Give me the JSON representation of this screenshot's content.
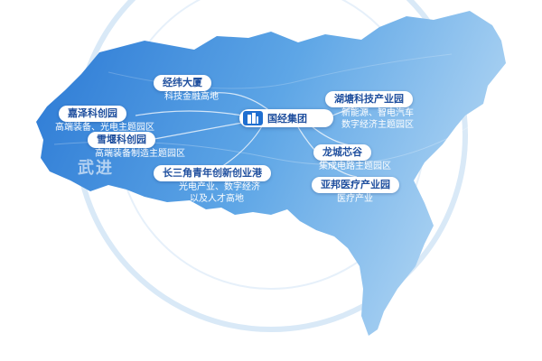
{
  "city_label": "武进",
  "center": {
    "name": "国经集团",
    "icon": "building-icon"
  },
  "colors": {
    "map_dark": "#2f7fd6",
    "map_light": "#9cc8ee",
    "pill_text": "#1f4f9e",
    "accent": "#1f6fd0"
  },
  "parks": [
    {
      "name": "经纬大厦",
      "desc": [
        "科技金融高地"
      ]
    },
    {
      "name": "嘉泽科创园",
      "desc": [
        "高端装备、光电主题园区"
      ]
    },
    {
      "name": "雪堰科创园",
      "desc": [
        "高端装备制造主题园区"
      ]
    },
    {
      "name": "长三角青年创新创业港",
      "desc": [
        "光电产业、数字经济",
        "以及人才高地"
      ]
    },
    {
      "name": "湖塘科技产业园",
      "desc": [
        "新能源、智电汽车",
        "数字经济主题园区"
      ]
    },
    {
      "name": "龙城芯谷",
      "desc": [
        "集成电路主题园区"
      ]
    },
    {
      "name": "亚邦医疗产业园",
      "desc": [
        "医疗产业"
      ]
    }
  ]
}
